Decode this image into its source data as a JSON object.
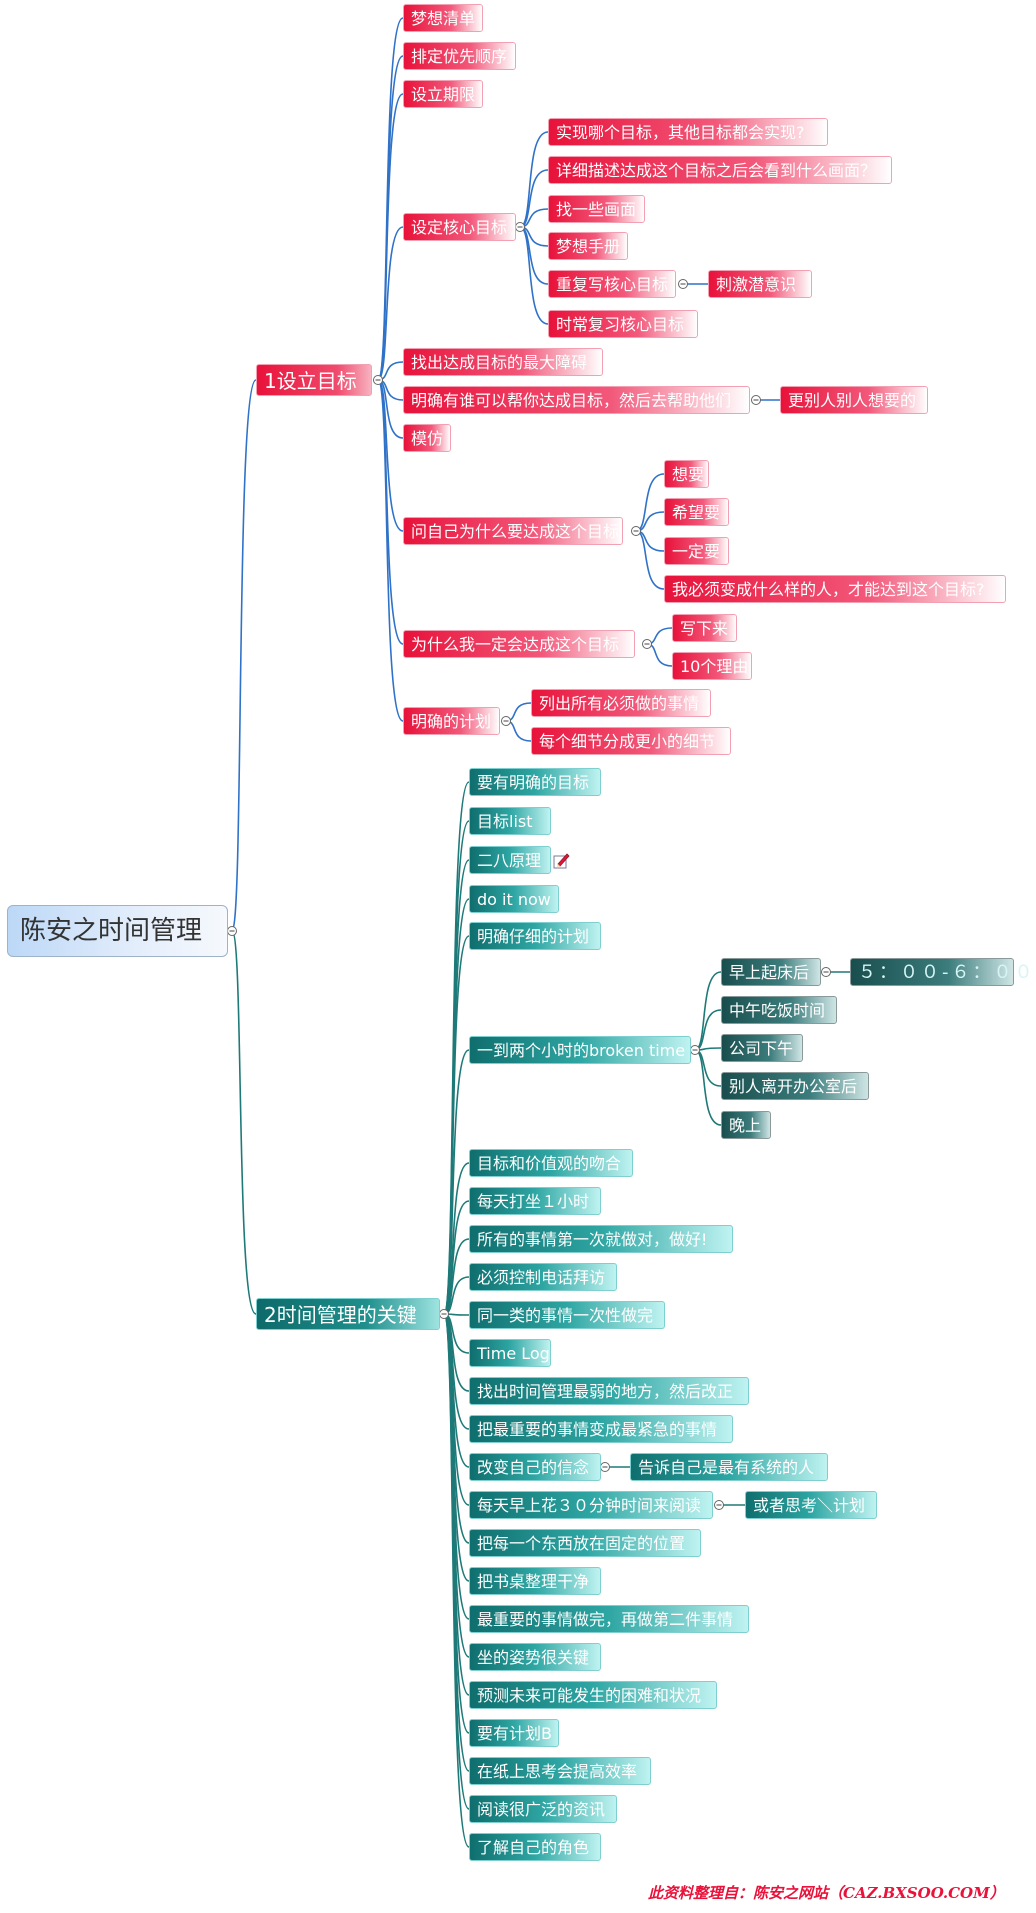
{
  "root": "陈安之时间管理",
  "branch1": {
    "label": "1设立目标",
    "items": [
      "梦想清单",
      "排定优先顺序",
      "设立期限",
      "设定核心目标",
      "找出达成目标的最大障碍",
      "明确有谁可以帮你达成目标，然后去帮助他们",
      "模仿",
      "问自己为什么要达成这个目标",
      "为什么我一定会达成这个目标",
      "明确的计划"
    ],
    "core": [
      "实现哪个目标，其他目标都会实现?",
      "详细描述达成这个目标之后会看到什么画面？",
      "找一些画面",
      "梦想手册",
      "重复写核心目标",
      "时常复习核心目标"
    ],
    "core_sub": "刺激潜意识",
    "helper_sub": "更别人别人想要的",
    "why": [
      "想要",
      "希望要",
      "一定要",
      "我必须变成什么样的人，才能达到这个目标?"
    ],
    "sure": [
      "写下来",
      "10个理由"
    ],
    "plan": [
      "列出所有必须做的事情",
      "每个细节分成更小的细节"
    ]
  },
  "branch2": {
    "label": "2时间管理的关键",
    "items": [
      "要有明确的目标",
      "目标list",
      "二八原理",
      "do it now",
      "明确仔细的计划",
      "一到两个小时的broken  time",
      "目标和价值观的吻合",
      "每天打坐１小时",
      "所有的事情第一次就做对，做好!",
      "必须控制电话拜访",
      "同一类的事情一次性做完",
      "Time Log",
      "找出时间管理最弱的地方，然后改正",
      "把最重要的事情变成最紧急的事情",
      "改变自己的信念",
      "每天早上花３０分钟时间来阅读",
      "把每一个东西放在固定的位置",
      "把书桌整理干净",
      "最重要的事情做完，再做第二件事情",
      "坐的姿势很关键",
      "预测未来可能发生的困难和状况",
      "要有计划B",
      "在纸上思考会提高效率",
      "阅读很广泛的资讯",
      "了解自己的角色"
    ],
    "broken": [
      "早上起床后",
      "中午吃饭时间",
      "公司下午",
      "别人离开办公室后",
      "晚上"
    ],
    "clock": "５：００-６：００",
    "belief_sub": "告诉自己是最有系统的人",
    "read_sub": "或者思考＼计划"
  },
  "footer": "此资料整理自：陈安之网站（CAZ.BXSOO.COM）",
  "colors": {
    "red": "#e8123a",
    "teal": "#1f8f8c",
    "line1": "#2f72c8",
    "line2": "#1e7a78"
  }
}
